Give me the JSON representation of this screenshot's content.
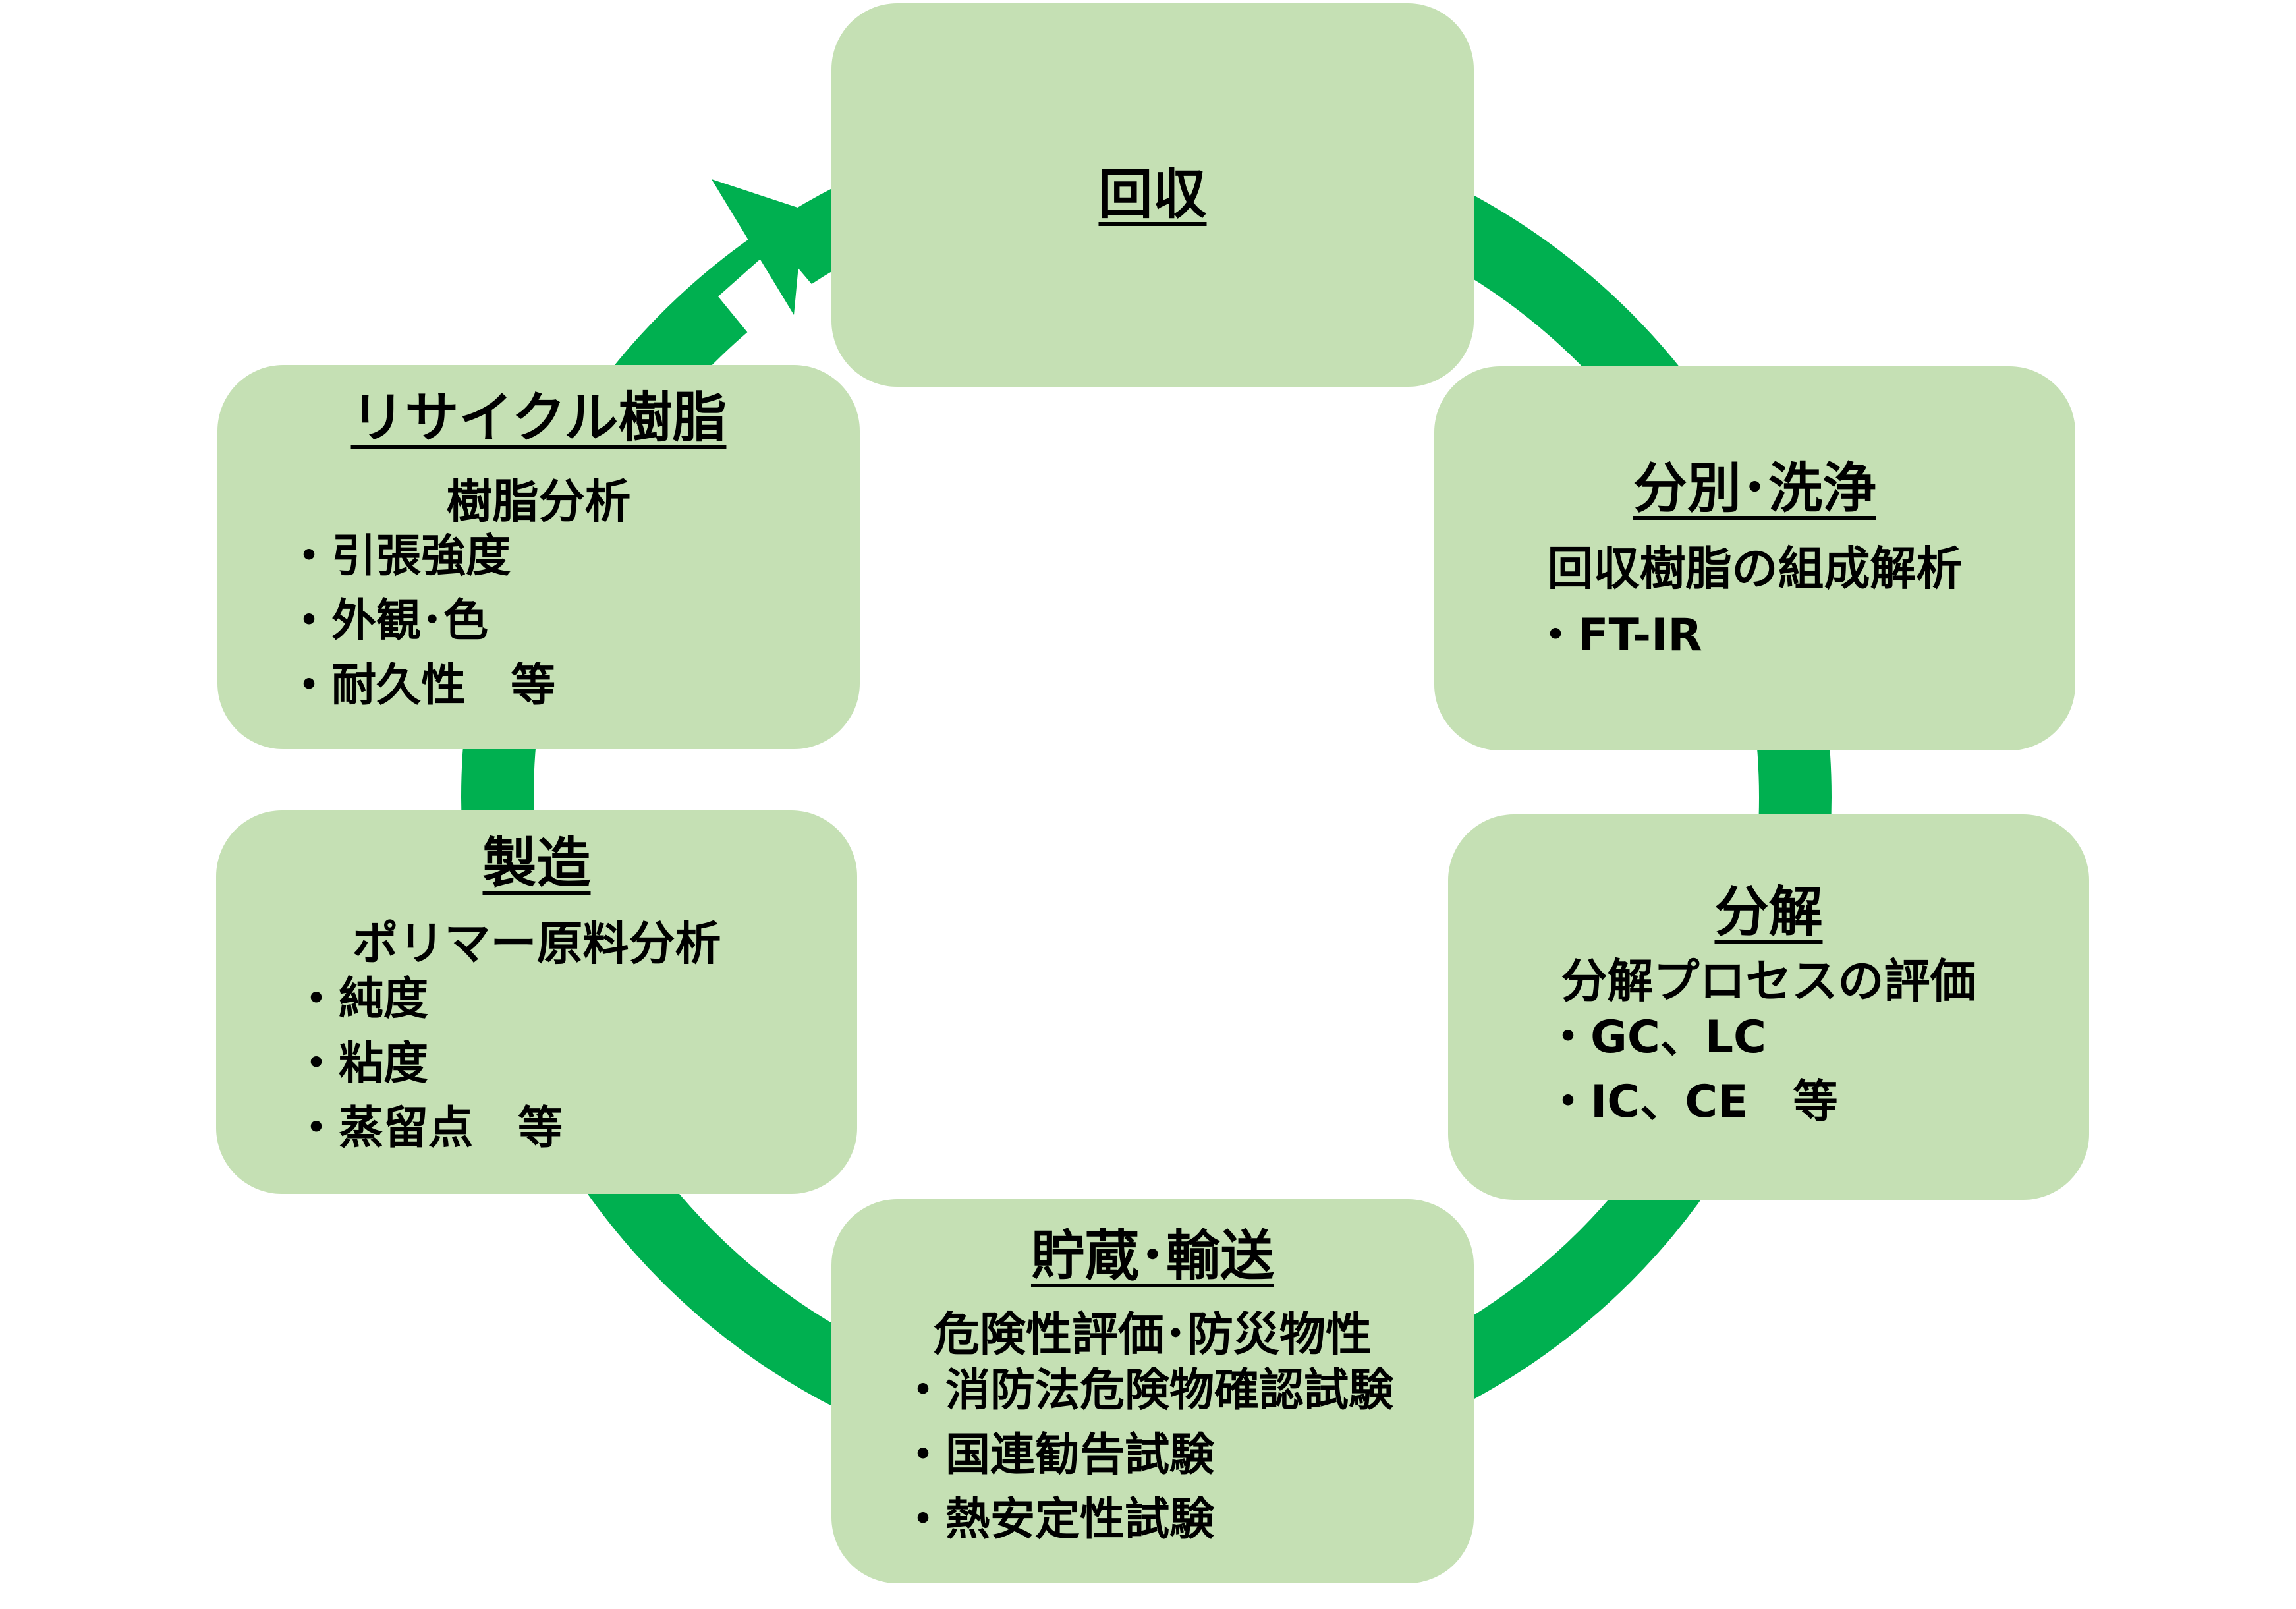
{
  "diagram": {
    "arrow_color": "#00b050",
    "box_color": "#c5e0b4",
    "nodes": [
      {
        "id": "collection",
        "title": "回収",
        "subtitle": "",
        "items": []
      },
      {
        "id": "sorting",
        "title": "分別･洗浄",
        "subtitle": "回収樹脂の組成解析",
        "items": [
          "・FT-IR"
        ]
      },
      {
        "id": "decomposition",
        "title": "分解",
        "subtitle": "分解プロセスの評価",
        "items": [
          "・GC、LC",
          "・IC、CE　等"
        ]
      },
      {
        "id": "storage",
        "title": "貯蔵･輸送",
        "subtitle": "危険性評価･防災物性",
        "items": [
          "・消防法危険物確認試験",
          "・国連勧告試験",
          "・熱安定性試験"
        ]
      },
      {
        "id": "manufacturing",
        "title": "製造",
        "subtitle": "ポリマー原料分析",
        "items": [
          "・純度",
          "・粘度",
          "・蒸留点　等"
        ]
      },
      {
        "id": "recycled-resin",
        "title": "リサイクル樹脂",
        "subtitle": "樹脂分析",
        "items": [
          "・引張強度",
          "・外観･色",
          "・耐久性　等"
        ]
      }
    ]
  }
}
